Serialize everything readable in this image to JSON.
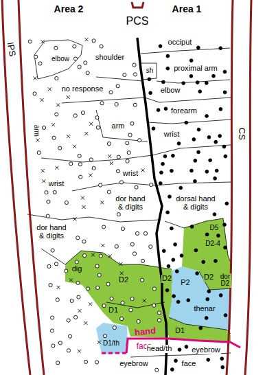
{
  "diagram": {
    "labels": [
      "Area 2",
      "Area 1",
      "PCS",
      "IPS",
      "CS",
      "occiput",
      "elbow",
      "shoulder",
      "sh",
      "proximal arm",
      "no response",
      "elbow",
      "forearm",
      "arm",
      "arm",
      "wrist",
      "wrist",
      "wrist",
      "dor hand & digits",
      "dorsal hand & digits",
      "dor hand & digits",
      "D5",
      "D2-4",
      "dig",
      "D2",
      "D2",
      "P2",
      "D2",
      "dor D2",
      "D1",
      "thenar",
      "D1",
      "hand",
      "D1/th",
      "face",
      "head/th",
      "eyebrow",
      "eyebrow",
      "face"
    ]
  }
}
